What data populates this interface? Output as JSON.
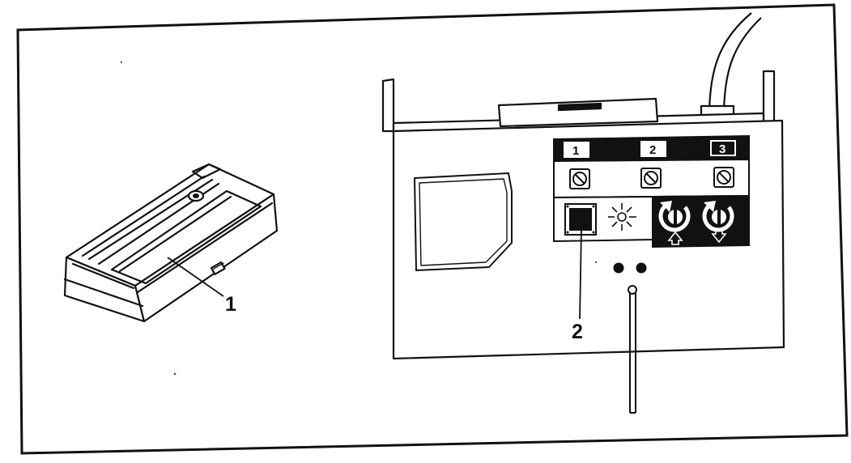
{
  "figure": {
    "callouts": [
      {
        "id": "1",
        "text": "1"
      },
      {
        "id": "2",
        "text": "2"
      }
    ],
    "channel_labels": [
      "1",
      "2",
      "3"
    ]
  },
  "colors": {
    "ink": "#111111",
    "paper": "#ffffff"
  },
  "icons": [
    "remote-transmitter-icon",
    "screw-icon",
    "light-burst-icon",
    "rotate-up-icon",
    "rotate-down-icon",
    "power-cable-icon",
    "antenna-wire-icon"
  ]
}
